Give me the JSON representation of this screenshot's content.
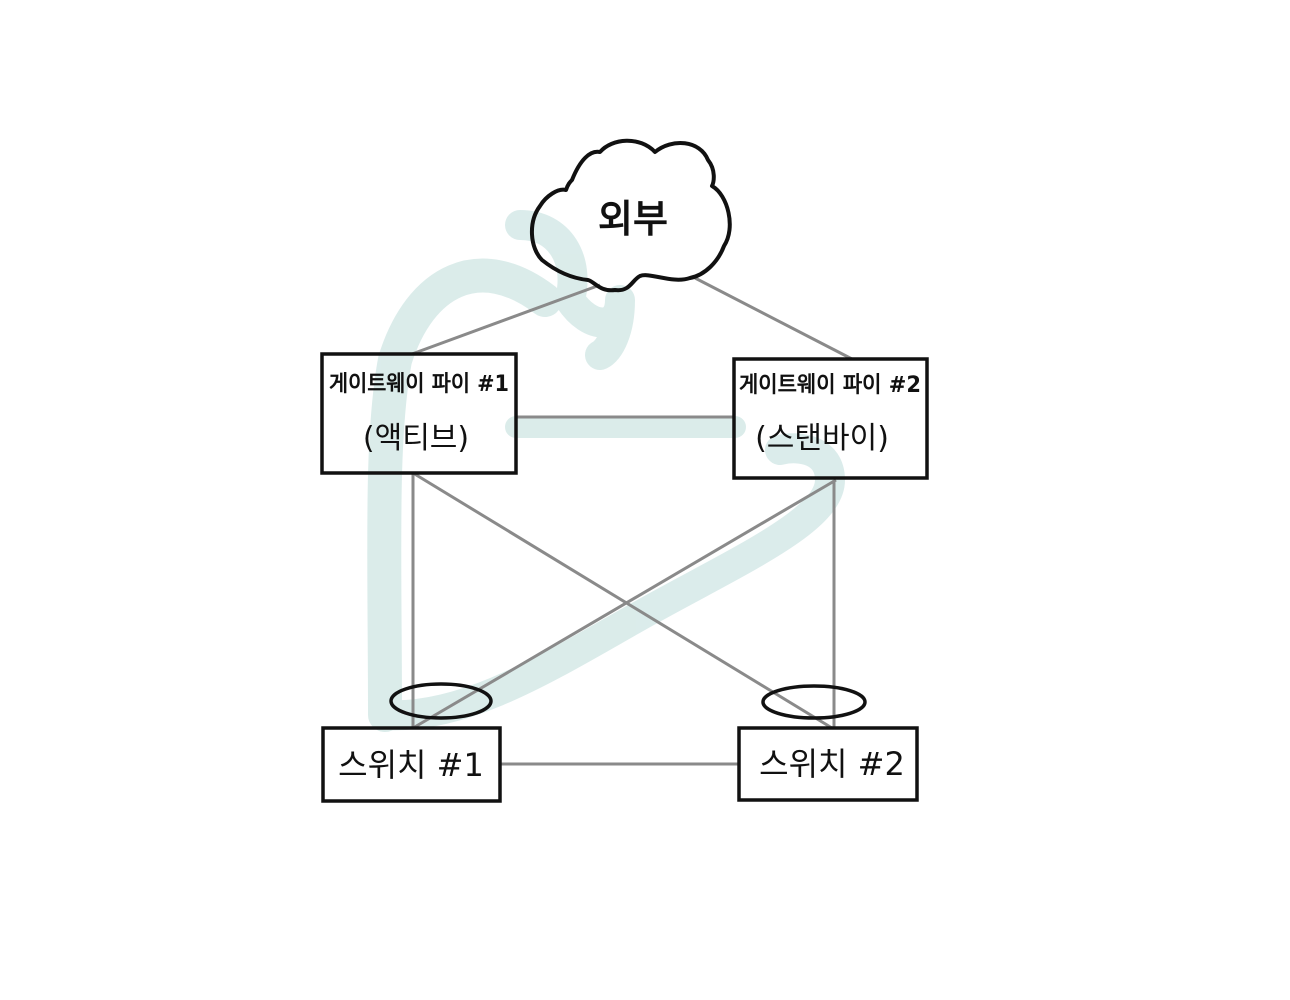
{
  "nodes": {
    "cloud": {
      "label": "외부"
    },
    "gw1": {
      "label_line1": "게이트웨이 파이 #1",
      "label_line2": "(액티브)"
    },
    "gw2": {
      "label_line1": "게이트웨이 파이 #2",
      "label_line2": "(스탠바이)"
    },
    "sw1": {
      "label": "스위치 #1"
    },
    "sw2": {
      "label": "스위치 #2"
    }
  },
  "colors": {
    "ink": "#111111",
    "link": "#8a8a8a",
    "highlight": "#cfe6e4"
  }
}
